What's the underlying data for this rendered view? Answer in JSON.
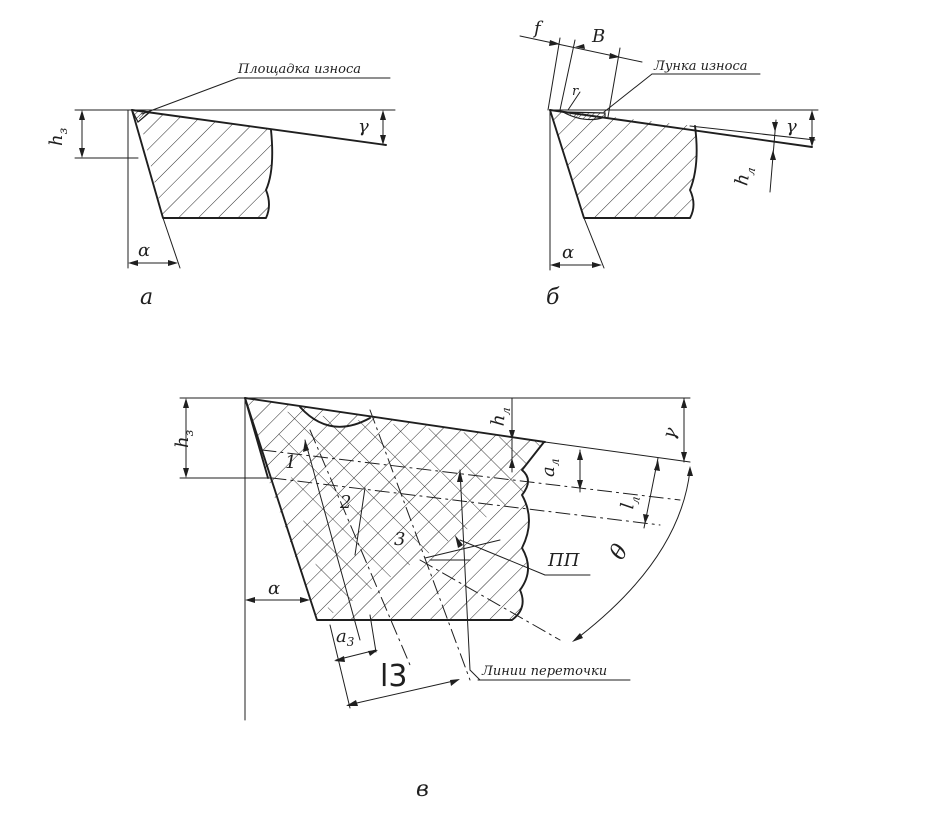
{
  "panels": {
    "a": {
      "caption": "а",
      "wear_land_label": "Площадка износа",
      "h_main": "h",
      "h_sub": "з",
      "alpha": "α",
      "gamma": "γ"
    },
    "b": {
      "caption": "б",
      "crater_label": "Лунка износа",
      "f": "f",
      "B": "B",
      "r": "r",
      "h_main": "h",
      "h_sub": "л",
      "alpha": "α",
      "gamma": "γ"
    },
    "c": {
      "caption": "в",
      "h3_main": "h",
      "h3_sub": "з",
      "hl_main": "h",
      "hl_sub": "л",
      "al_main": "a",
      "al_sub": "л",
      "ll_main": "l",
      "ll_sub": "л",
      "gamma": "γ",
      "theta": "θ",
      "alpha": "α",
      "n1": "1",
      "n2": "2",
      "n3": "3",
      "pp": "ПП",
      "regrind_label": "Линии переточки",
      "a3_main": "a",
      "a3_sub": "3",
      "l3_main": "l",
      "l3_sub": "3"
    }
  }
}
